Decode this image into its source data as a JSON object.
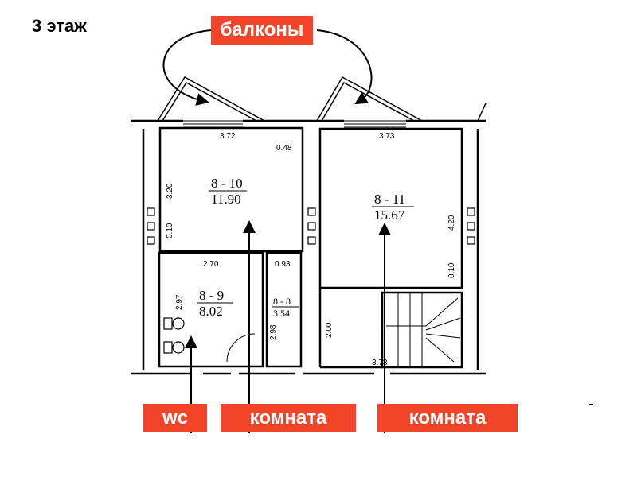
{
  "title": "3 этаж",
  "labels": {
    "balconies": "балконы",
    "wc": "wc",
    "room1": "комната",
    "room2": "комната"
  },
  "colors": {
    "accent": "#f2442a"
  },
  "rooms": [
    {
      "id": "8 - 10",
      "area": "11.90"
    },
    {
      "id": "8 - 11",
      "area": "15.67"
    },
    {
      "id": "8 - 9",
      "area": "8.02"
    },
    {
      "id": "8 - 8",
      "area": "3.54"
    }
  ],
  "dimensions": {
    "d372": "3.72",
    "d373": "3.73",
    "d048": "0.48",
    "d320": "3.20",
    "d010a": "0.10",
    "d420": "4.20",
    "d010b": "0.10",
    "d270": "2.70",
    "d093": "0.93",
    "d297": "2.97",
    "d298": "2.98",
    "d200": "2.00",
    "d373b": "3.73"
  }
}
